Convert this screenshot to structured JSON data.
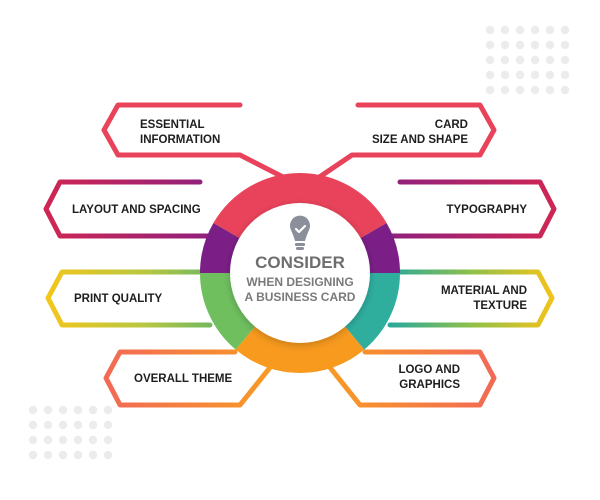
{
  "center": {
    "title": "CONSIDER",
    "subtitle_line1": "WHEN DESIGNING",
    "subtitle_line2": "A BUSINESS CARD",
    "icon": "lightbulb-check-icon"
  },
  "items": [
    {
      "id": "essential-information",
      "lines": [
        "ESSENTIAL",
        "INFORMATION"
      ],
      "color": "#e8435a"
    },
    {
      "id": "card-size-and-shape",
      "lines": [
        "CARD",
        "SIZE AND SHAPE"
      ],
      "color": "#e8435a"
    },
    {
      "id": "layout-and-spacing",
      "lines": [
        "LAYOUT AND SPACING"
      ],
      "color": "#c92a56"
    },
    {
      "id": "typography",
      "lines": [
        "TYPOGRAPHY"
      ],
      "color": "#c92a56"
    },
    {
      "id": "print-quality",
      "lines": [
        "PRINT QUALITY"
      ],
      "color": "#e9c21f"
    },
    {
      "id": "material-and-texture",
      "lines": [
        "MATERIAL AND",
        "TEXTURE"
      ],
      "color": "#e9c21f"
    },
    {
      "id": "overall-theme",
      "lines": [
        "OVERALL THEME"
      ],
      "color": "#f2744f"
    },
    {
      "id": "logo-and-graphics",
      "lines": [
        "LOGO AND",
        "GRAPHICS"
      ],
      "color": "#f2744f"
    }
  ],
  "colors": {
    "red": "#e8435a",
    "crimson": "#c92a56",
    "purple": "#7b1f86",
    "teal": "#2fae9e",
    "green": "#6fbf5f",
    "orange": "#f79a1e",
    "yellow": "#e9c21f",
    "coral": "#f2744f",
    "dots": "#ececec"
  }
}
